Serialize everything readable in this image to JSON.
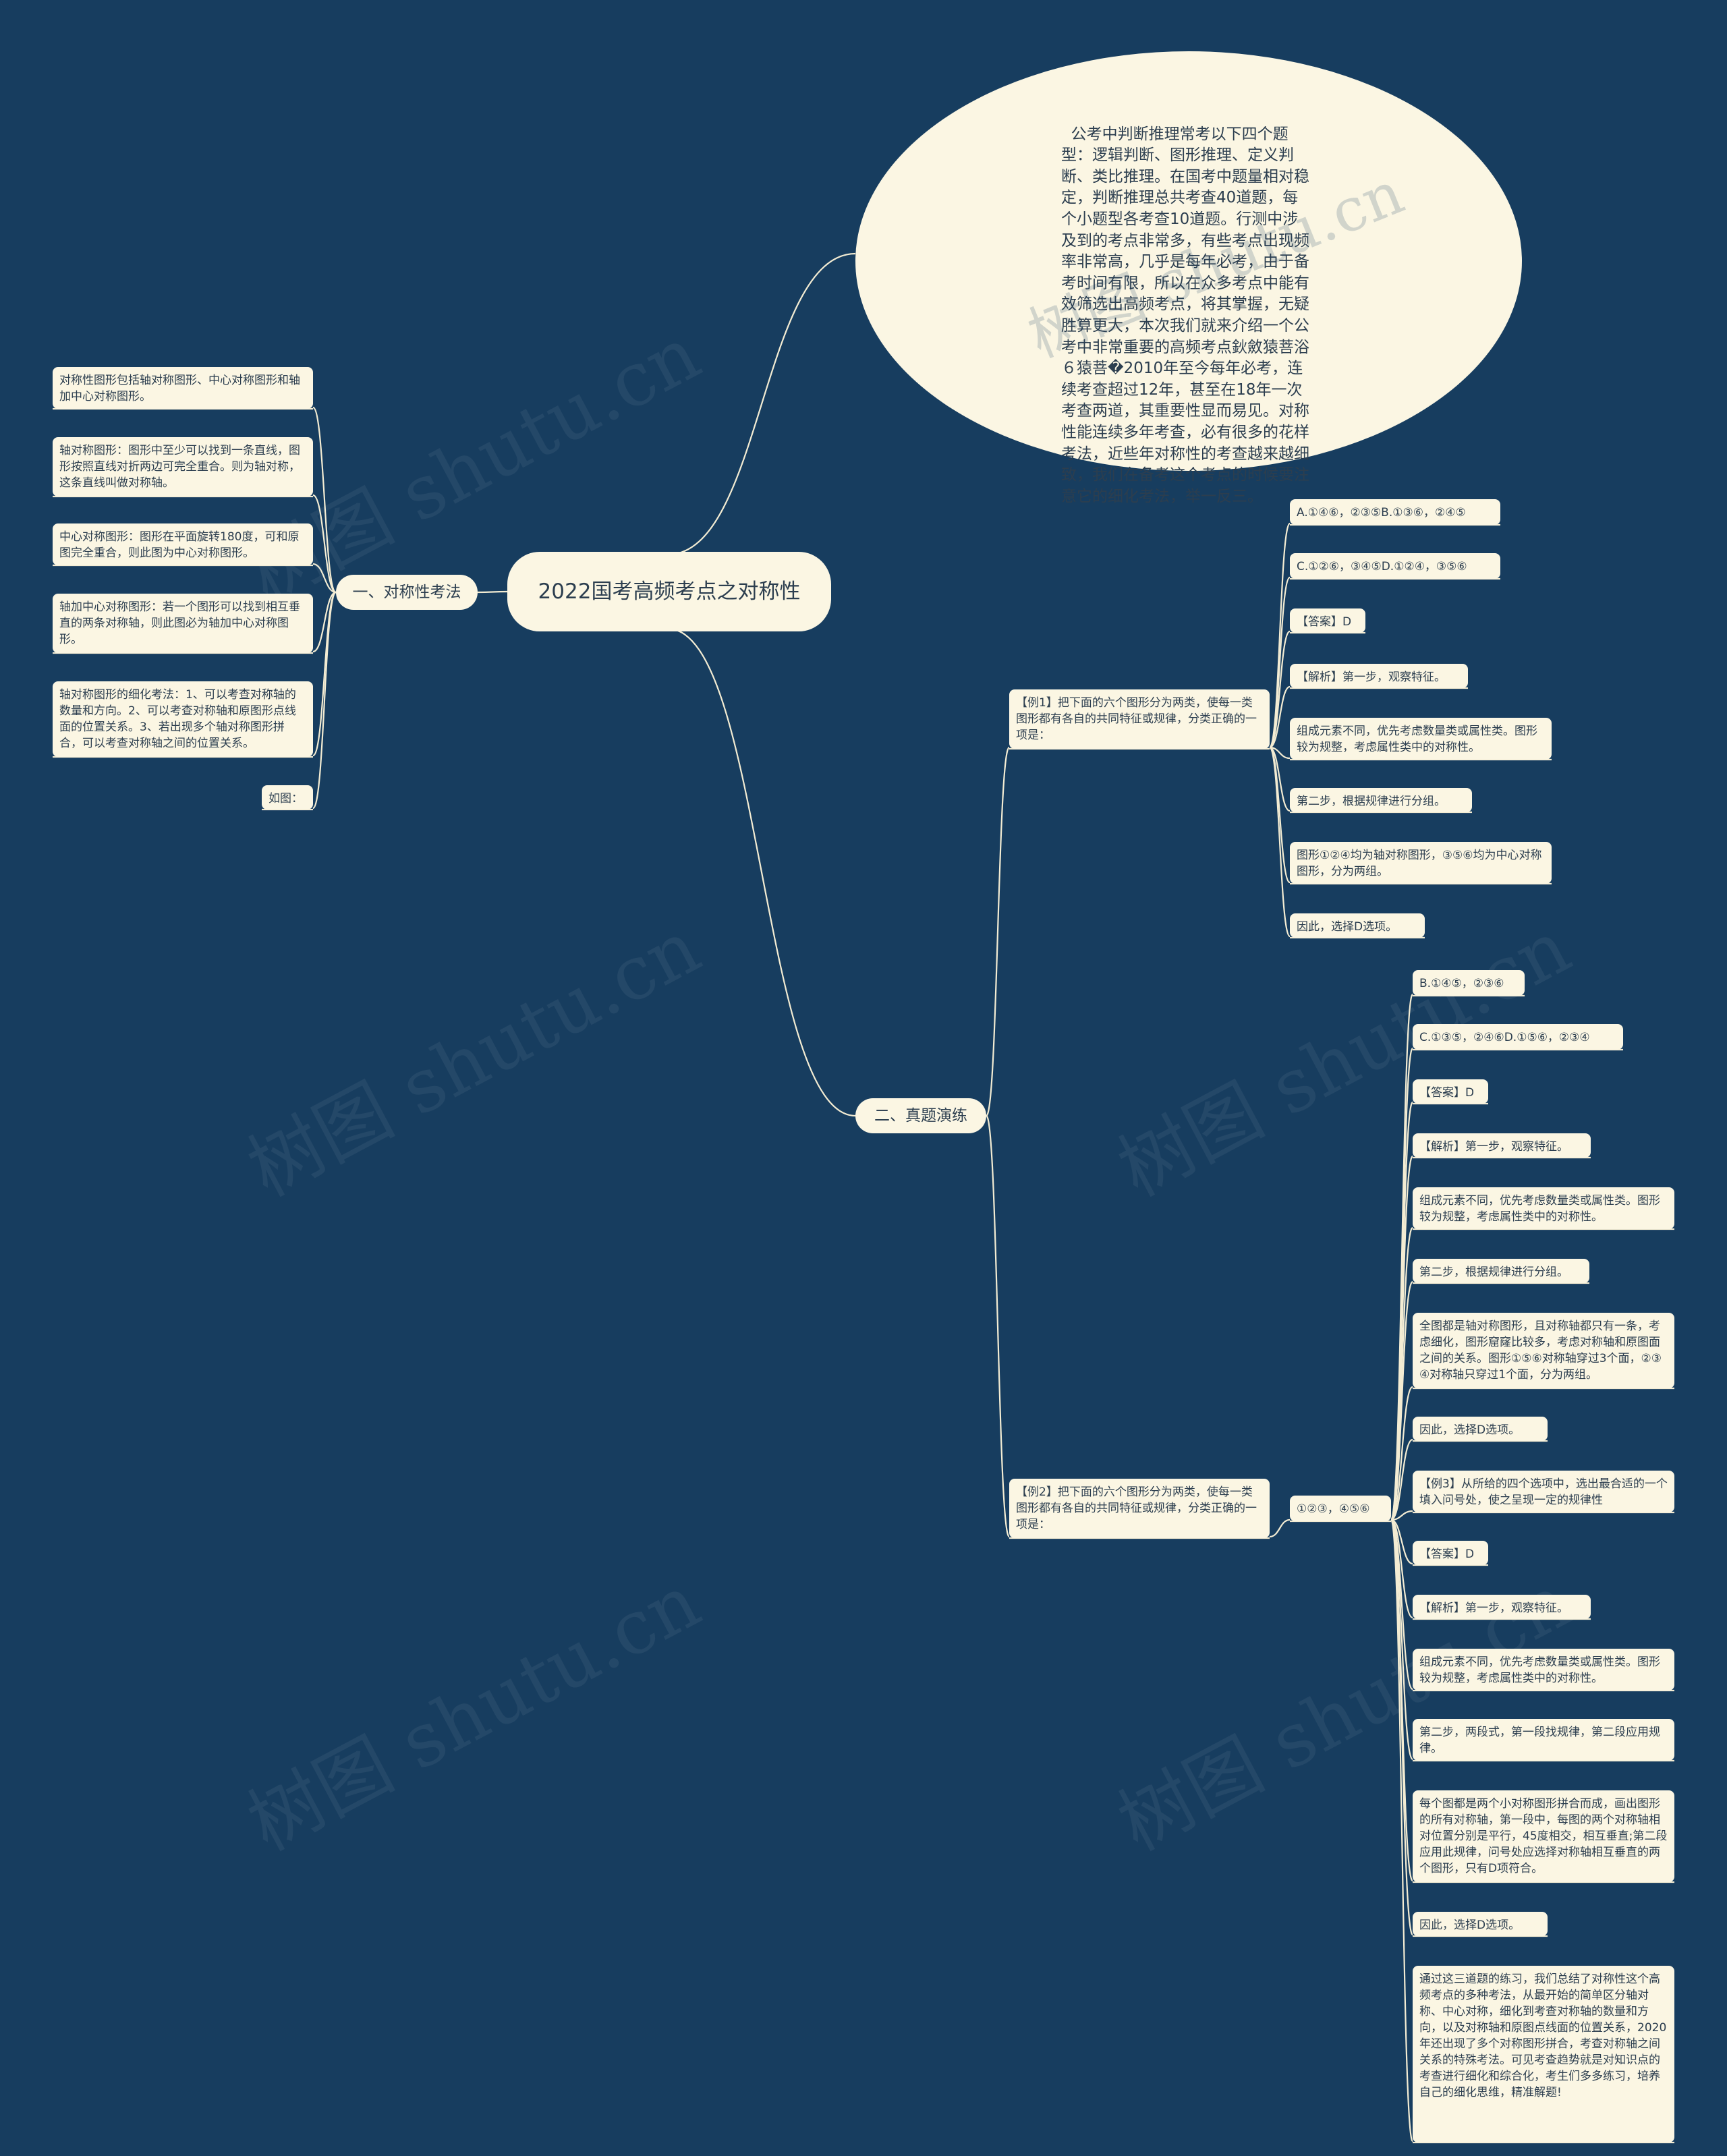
{
  "center": "2022国考高频考点之对称性",
  "intro": "公考中判断推理常考以下四个题型：逻辑判断、图形推理、定义判断、类比推理。在国考中题量相对稳定，判断推理总共考查40道题，每个小题型各考查10道题。行测中涉及到的考点非常多，有些考点出现频率非常高，几乎是每年必考，由于备考时间有限，所以在众多考点中能有效筛选出高频考点，将其掌握，无疑胜算更大，本次我们就来介绍一个公考中非常重要的高频考点鈥斂猿菩浴６猿菩�2010年至今每年必考，连续考查超过12年，甚至在18年一次考查两道，其重要性显而易见。对称性能连续多年考查，必有很多的花样考法，近些年对称性的考查越来越细致，我们在备考这个考点的时候要注意它的细化考法，举一反三。",
  "branch1": {
    "label": "一、对称性考法",
    "items": [
      "对称性图形包括轴对称图形、中心对称图形和轴加中心对称图形。",
      "轴对称图形：图形中至少可以找到一条直线，图形按照直线对折两边可完全重合。则为轴对称，这条直线叫做对称轴。",
      "中心对称图形：图形在平面旋转180度，可和原图完全重合，则此图为中心对称图形。",
      "轴加中心对称图形：若一个图形可以找到相互垂直的两条对称轴，则此图必为轴加中心对称图形。",
      "轴对称图形的细化考法：1、可以考查对称轴的数量和方向。2、可以考查对称轴和原图形点线面的位置关系。3、若出现多个轴对称图形拼合，可以考查对称轴之间的位置关系。",
      "如图："
    ]
  },
  "branch2": {
    "label": "二、真题演练",
    "example1": {
      "question": "【例1】把下面的六个图形分为两类，使每一类图形都有各自的共同特征或规律，分类正确的一项是：",
      "children": [
        "A.①④⑥，②③⑤B.①③⑥，②④⑤",
        "C.①②⑥，③④⑤D.①②④，③⑤⑥",
        "【答案】D",
        "【解析】第一步，观察特征。",
        "组成元素不同，优先考虑数量类或属性类。图形较为规整，考虑属性类中的对称性。",
        "第二步，根据规律进行分组。",
        "图形①②④均为轴对称图形，③⑤⑥均为中心对称图形，分为两组。",
        "因此，选择D选项。"
      ]
    },
    "example2": {
      "question": "【例2】把下面的六个图形分为两类，使每一类图形都有各自的共同特征或规律，分类正确的一项是：",
      "mid": "①②③，④⑤⑥",
      "children": [
        "B.①④⑤，②③⑥",
        "C.①③⑤，②④⑥D.①⑤⑥，②③④",
        "【答案】D",
        "【解析】第一步，观察特征。",
        "组成元素不同，优先考虑数量类或属性类。图形较为规整，考虑属性类中的对称性。",
        "第二步，根据规律进行分组。",
        "全图都是轴对称图形，且对称轴都只有一条，考虑细化，图形窟窿比较多，考虑对称轴和原图面之间的关系。图形①⑤⑥对称轴穿过3个面，②③④对称轴只穿过1个面，分为两组。",
        "因此，选择D选项。",
        "【例3】从所给的四个选项中，选出最合适的一个填入问号处，使之呈现一定的规律性",
        "【答案】D",
        "【解析】第一步，观察特征。",
        "组成元素不同，优先考虑数量类或属性类。图形较为规整，考虑属性类中的对称性。",
        "第二步，两段式，第一段找规律，第二段应用规律。",
        "每个图都是两个小对称图形拼合而成，画出图形的所有对称轴，第一段中，每图的两个对称轴相对位置分别是平行，45度相交，相互垂直;第二段应用此规律，问号处应选择对称轴相互垂直的两个图形，只有D项符合。",
        "因此，选择D选项。",
        "通过这三道题的练习，我们总结了对称性这个高频考点的多种考法，从最开始的简单区分轴对称、中心对称，细化到考查对称轴的数量和方向，以及对称轴和原图点线面的位置关系，2020年还出现了多个对称图形拼合，考查对称轴之间关系的特殊考法。可见考查趋势就是对知识点的考查进行细化和综合化，考生们多多练习，培养自己的细化思维，精准解题!"
      ]
    }
  },
  "watermark": "树图 shutu.cn"
}
